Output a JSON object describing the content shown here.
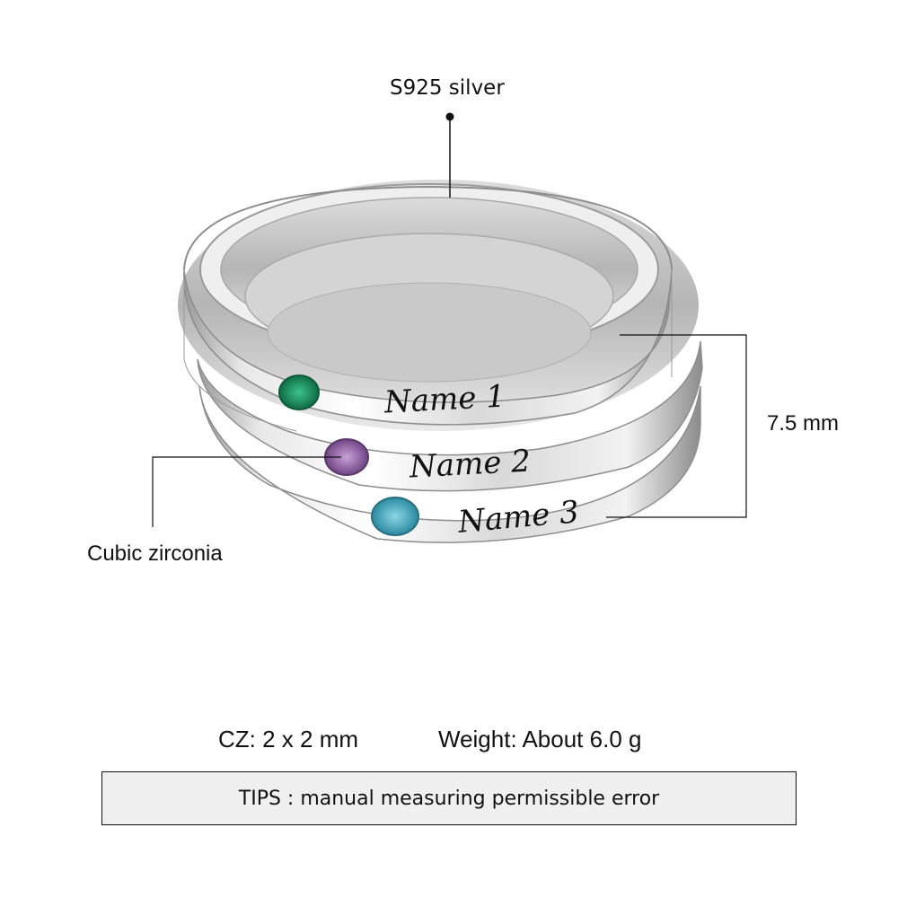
{
  "callouts": {
    "material": "S925 silver",
    "stone": "Cubic zirconia",
    "height": "7.5 mm"
  },
  "rings": [
    {
      "name": "Name 1",
      "stone_color": "#1f9a63"
    },
    {
      "name": "Name 2",
      "stone_color": "#9a6aae"
    },
    {
      "name": "Name 3",
      "stone_color": "#4aaec4"
    }
  ],
  "specs": {
    "cz_size": "CZ: 2 x 2 mm",
    "weight": "Weight: About 6.0 g"
  },
  "tips": {
    "text": "TIPS : manual measuring permissible error"
  },
  "colors": {
    "background": "#ffffff",
    "silver_light": "#f4f4f4",
    "silver_mid": "#c8c8c8",
    "silver_dark": "#8a8a8a",
    "tips_box": "#f0f0f0"
  }
}
